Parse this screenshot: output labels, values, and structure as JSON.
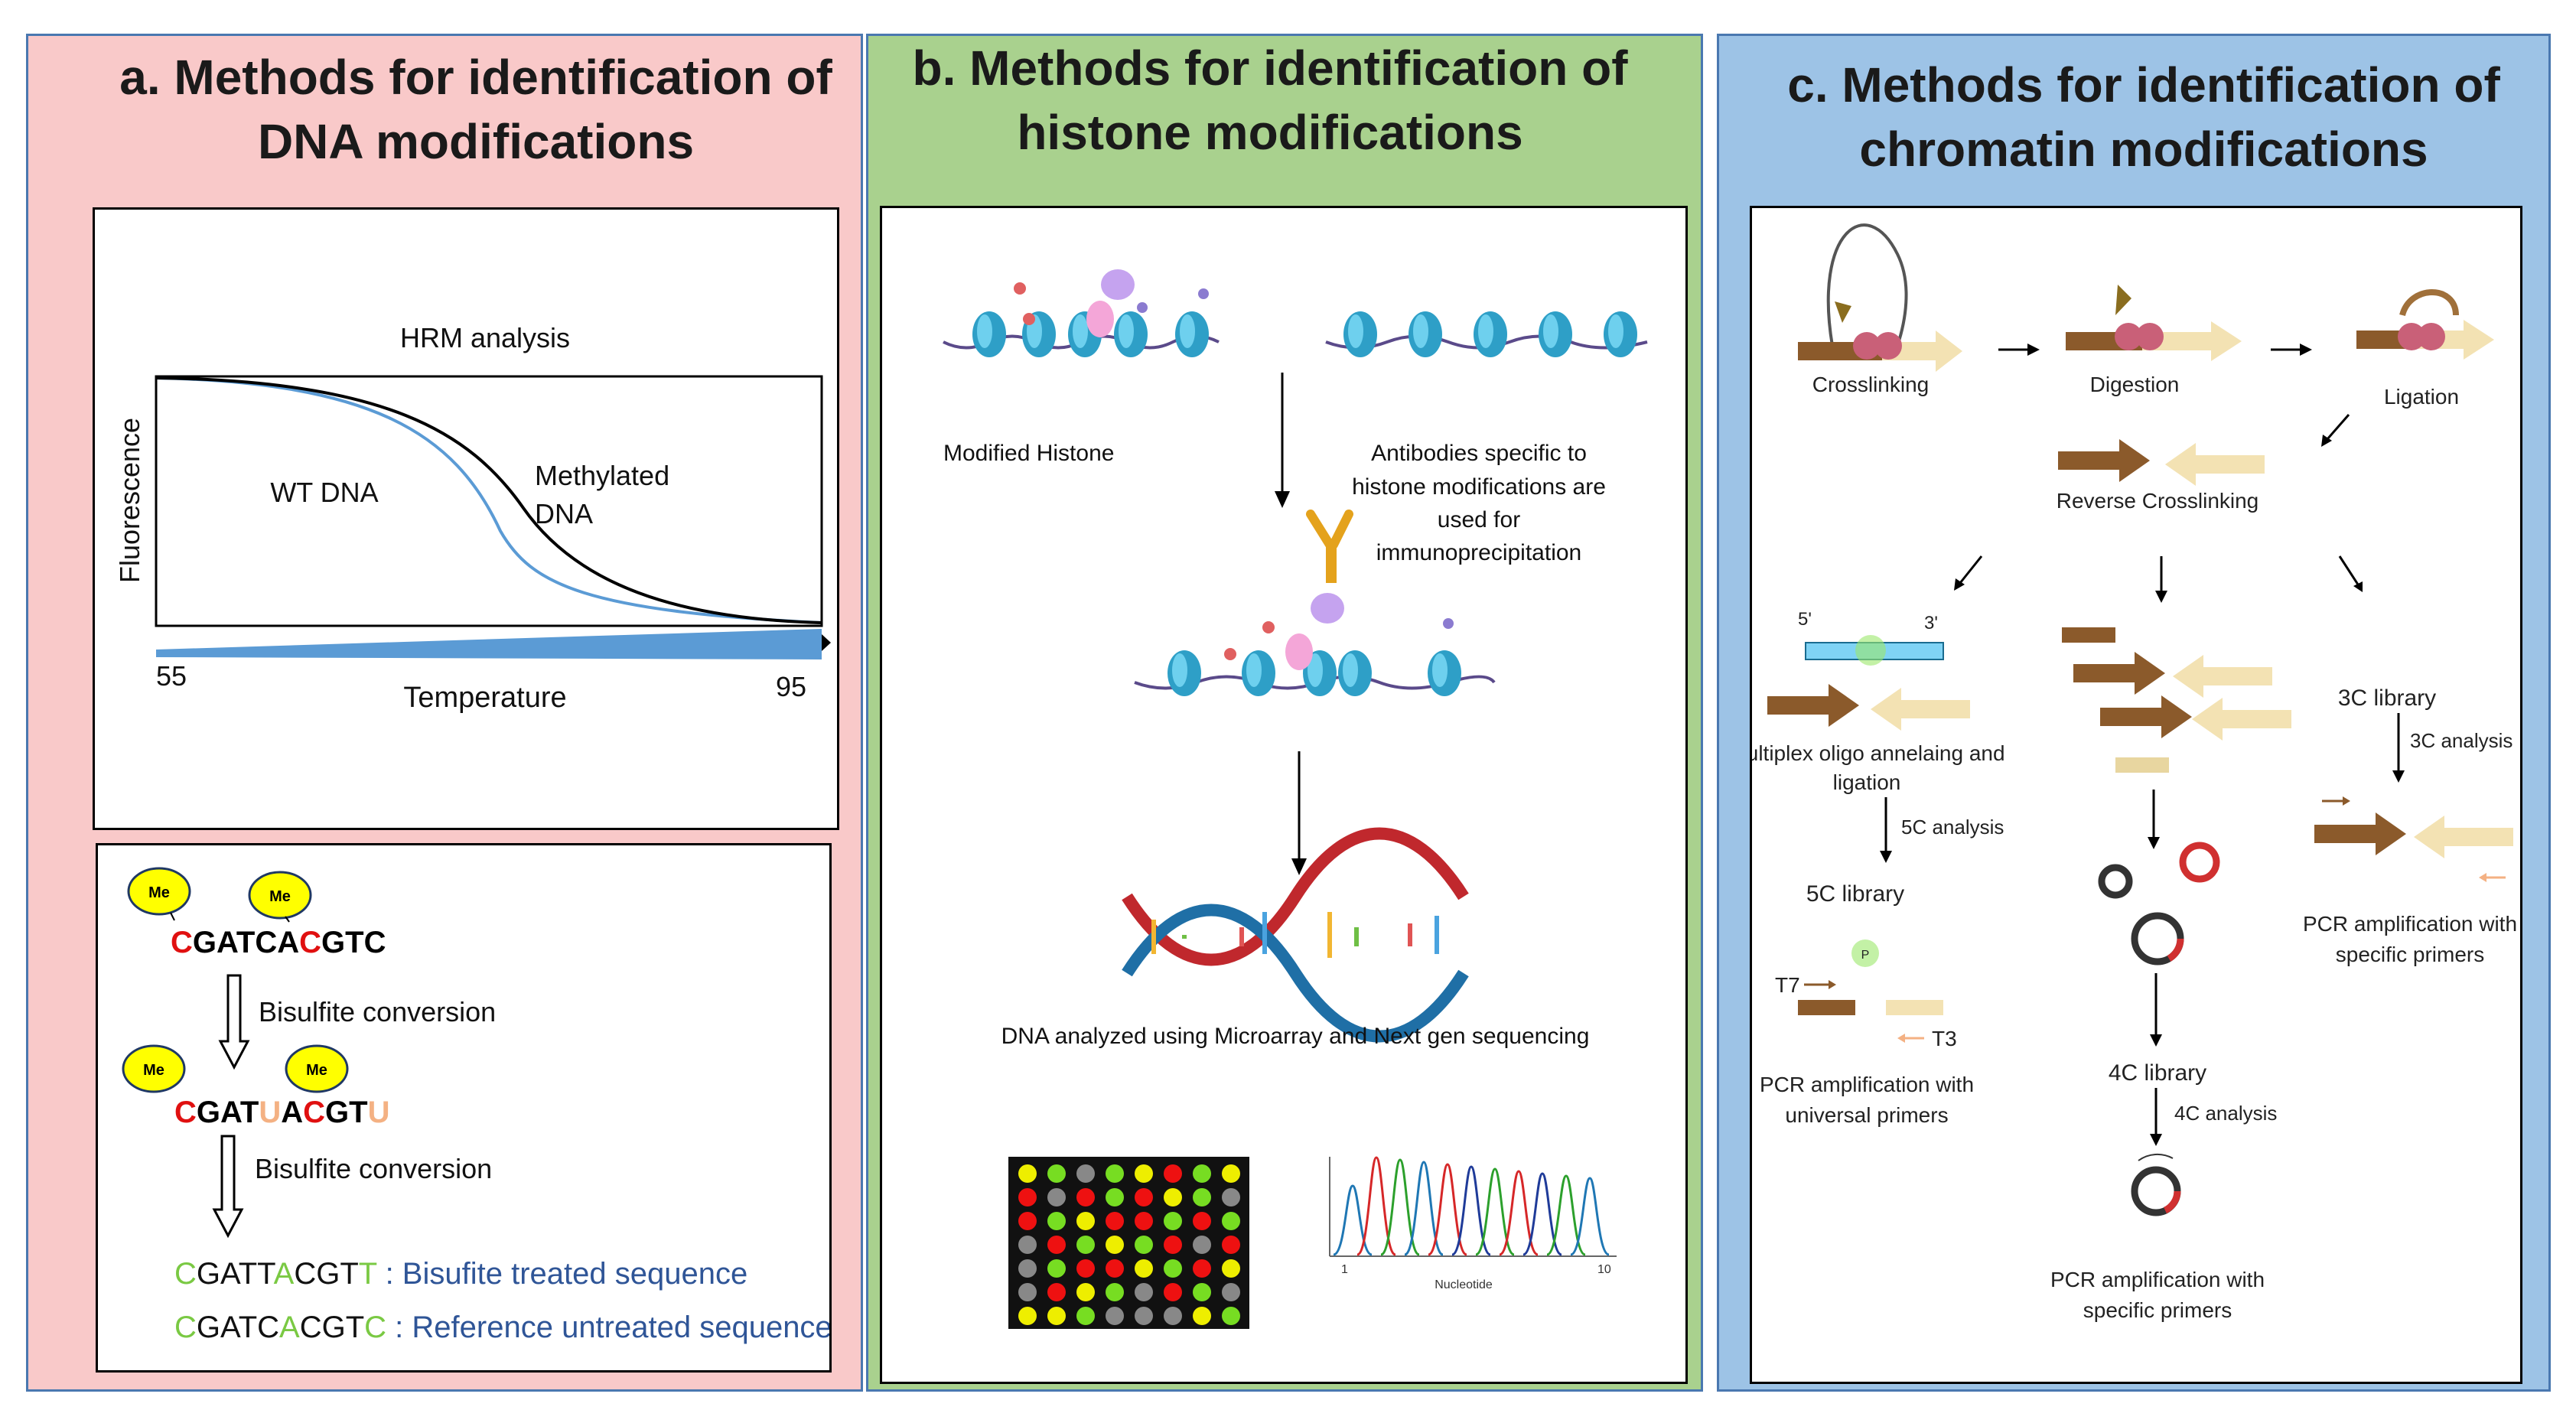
{
  "panel_a": {
    "title_line1": "a. Methods for identification of",
    "title_line2": "DNA modifications",
    "hrm": {
      "title": "HRM analysis",
      "ylabel": "Fluorescence",
      "xlabel": "Temperature",
      "x_min": "55",
      "x_max": "95",
      "wt_label": "WT DNA",
      "meth_label_1": "Methylated",
      "meth_label_2": "DNA"
    },
    "bisulfite": {
      "me": "Me",
      "seq1": [
        "C",
        "GATCA",
        "C",
        "GTC"
      ],
      "step1": "Bisulfite conversion",
      "seq2": [
        "C",
        "GAT",
        "U",
        "A",
        "C",
        "GT",
        "U"
      ],
      "step2": "Bisulfite conversion",
      "treated_seq": [
        "C",
        "GATT",
        "A",
        "C",
        "GT",
        "T"
      ],
      "treated_label": " : Bisufite treated sequence",
      "ref_seq": [
        "C",
        "GATC",
        "A",
        "C",
        "GT",
        "C"
      ],
      "ref_label": " : Reference untreated sequence"
    }
  },
  "panel_b": {
    "title_line1": "b. Methods for identification of",
    "title_line2": "histone  modifications",
    "modified_histone": "Modified Histone",
    "antibody_text": [
      "Antibodies specific to",
      "histone modifications are",
      "used for",
      "immunoprecipitation"
    ],
    "dna_text": "DNA analyzed using Microarray and Next gen sequencing",
    "chromatogram": {
      "x_start": "1",
      "x_end": "10",
      "xlabel": "Nucleotide"
    }
  },
  "panel_c": {
    "title_line1": "c. Methods for identification of",
    "title_line2": "chromatin  modifications",
    "crosslinking": "Crosslinking",
    "digestion": "Digestion",
    "ligation": "Ligation",
    "reverse": "Reverse Crosslinking",
    "five_prime": "5'",
    "three_prime": "3'",
    "multiplex_1": "Multiplex oligo annelaing and",
    "multiplex_2": "ligation",
    "analysis_5c": "5C analysis",
    "library_5c": "5C library",
    "t7": "T7",
    "t3": "T3",
    "pcr_universal_1": "PCR amplification with",
    "pcr_universal_2": "universal primers",
    "library_4c": "4C library",
    "analysis_4c": "4C analysis",
    "pcr_4c_1": "PCR amplification with",
    "pcr_4c_2": "specific primers",
    "library_3c": "3C library",
    "analysis_3c": "3C analysis",
    "pcr_3c_1": "PCR amplification with",
    "pcr_3c_2": "specific primers",
    "p_label": "P"
  },
  "colors": {
    "panel_a_bg": "#f9c9c9",
    "panel_b_bg": "#a9d18e",
    "panel_c_bg": "#9dc3e6",
    "methyl_red": "#e01010",
    "methyl_green": "#7ac943",
    "seq_blue": "#2f5597",
    "me_yellow": "#ffff00",
    "brown": "#8b5a2b",
    "cream": "#f3e2b3"
  }
}
